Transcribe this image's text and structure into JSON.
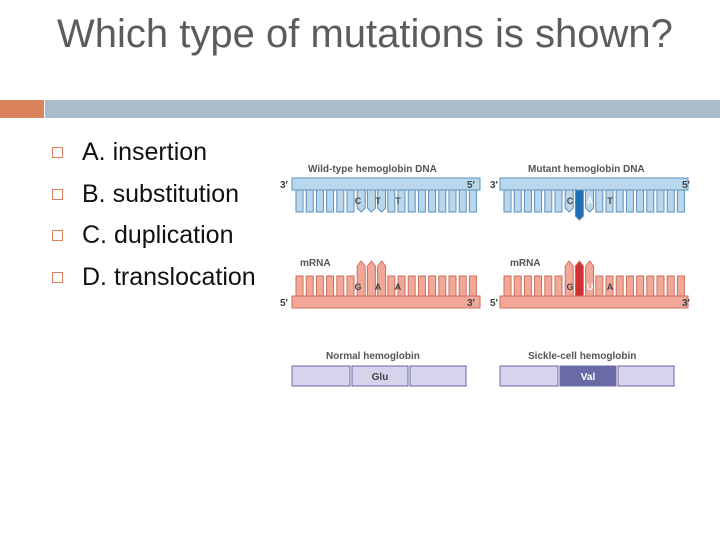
{
  "slide": {
    "title": "Which type of mutations is shown?",
    "options": [
      "A. insertion",
      "B. substitution",
      "C. duplication",
      "D. translocation"
    ]
  },
  "figure": {
    "wild": {
      "dna_label": "Wild-type hemoglobin DNA",
      "dna_codon": [
        "C",
        "T",
        "T"
      ],
      "mrna_label": "mRNA",
      "mrna_codon": [
        "G",
        "A",
        "A"
      ],
      "protein_label": "Normal hemoglobin",
      "amino_acid": "Glu"
    },
    "mutant": {
      "dna_label": "Mutant hemoglobin DNA",
      "dna_codon": [
        "C",
        "A",
        "T"
      ],
      "mrna_label": "mRNA",
      "mrna_codon": [
        "G",
        "U",
        "A"
      ],
      "protein_label": "Sickle-cell hemoglobin",
      "amino_acid": "Val"
    },
    "ends": {
      "three_prime": "3′",
      "five_prime": "5′"
    }
  },
  "colors": {
    "title_text": "#5c5c5c",
    "accent": "#d9825b",
    "rule": "#a9bcca",
    "dna_fill": "#b9d8ee",
    "dna_stroke": "#5e8fb8",
    "dna_mut": "#1f6fb3",
    "mrna_fill": "#f2a898",
    "mrna_stroke": "#cf6d5d",
    "mrna_mut": "#d23030",
    "protein_fill": "#d6d3ec",
    "protein_dark": "#6a6aa6"
  }
}
